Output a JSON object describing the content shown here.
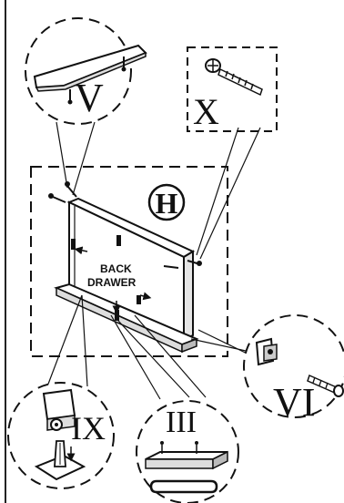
{
  "labels": {
    "part_v": "V",
    "part_x": "X",
    "part_h": "H",
    "part_vi": "VI",
    "part_ix": "IX",
    "part_iii": "III"
  },
  "panel": {
    "line1": "BACK",
    "line2": "DRAWER"
  }
}
